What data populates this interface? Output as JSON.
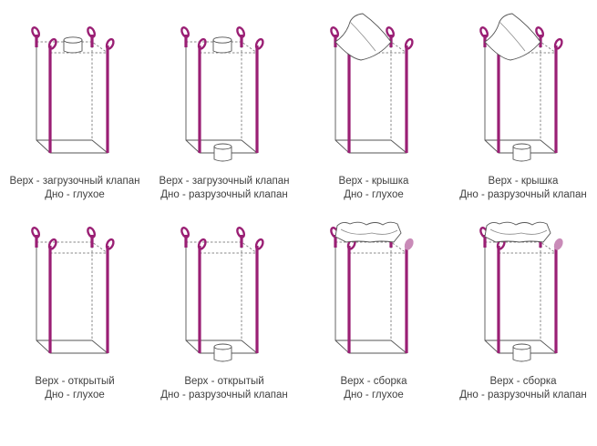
{
  "colors": {
    "strap": "#9a1f74",
    "outline": "#555555",
    "dash": "#8a8a8a",
    "closed_loop": "#c98bb8"
  },
  "icons": {
    "strap": "lifting-loop-icon",
    "inlet": "filling-spout-icon",
    "outlet": "discharge-spout-icon",
    "lid": "lid-flap-icon",
    "skirt": "duffle-skirt-icon"
  },
  "bags": [
    {
      "top": "spout",
      "bottom": "closed",
      "line1": "Верх - загрузочный клапан",
      "line2": "Дно - глухое"
    },
    {
      "top": "spout",
      "bottom": "spout",
      "line1": "Верх - загрузочный клапан",
      "line2": "Дно - разрузочный клапан"
    },
    {
      "top": "lid",
      "bottom": "closed",
      "line1": "Верх - крышка",
      "line2": "Дно - глухое"
    },
    {
      "top": "lid",
      "bottom": "spout",
      "line1": "Верх - крышка",
      "line2": "Дно - разрузочный клапан"
    },
    {
      "top": "open",
      "bottom": "closed",
      "line1": "Верх - открытый",
      "line2": "Дно - глухое"
    },
    {
      "top": "open",
      "bottom": "spout",
      "line1": "Верх - открытый",
      "line2": "Дно - разрузочный клапан"
    },
    {
      "top": "skirt",
      "bottom": "closed",
      "line1": "Верх - сборка",
      "line2": "Дно - глухое"
    },
    {
      "top": "skirt",
      "bottom": "spout",
      "line1": "Верх - сборка",
      "line2": "Дно - разрузочный клапан"
    }
  ]
}
